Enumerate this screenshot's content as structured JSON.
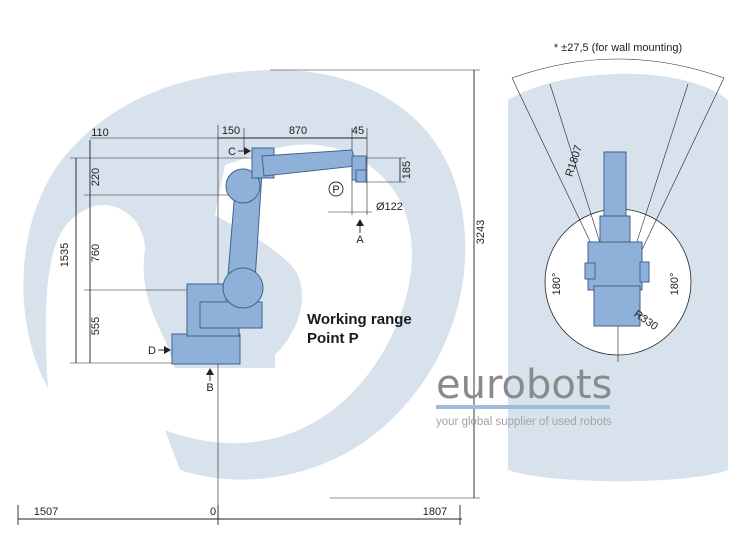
{
  "diagram": {
    "title_line1": "Working range",
    "title_line2": "Point P",
    "wall_note": "* ±27,5 (for wall mounting)",
    "point_label": "P",
    "markers": {
      "a": "A",
      "b": "B",
      "c": "C",
      "d": "D"
    },
    "dimensions": {
      "d110": "110",
      "d150": "150",
      "d870": "870",
      "d45": "45",
      "d185": "185",
      "d122": "Ø122",
      "d220": "220",
      "d760": "760",
      "d555": "555",
      "d1535": "1535",
      "d3243": "3243",
      "d1507": "1507",
      "d0": "0",
      "d1807": "1807",
      "r1807": "R1807",
      "r330": "R330",
      "a180_left": "180°",
      "a180_right": "180°"
    },
    "colors": {
      "range_fill": "#d7e2ed",
      "robot_fill": "#8fb0d8",
      "robot_stroke": "#3f628f",
      "line": "#222222",
      "watermark_rule": "#9fbddb"
    }
  },
  "watermark": {
    "brand": "eurobots",
    "tagline": "your global supplier of used robots"
  }
}
